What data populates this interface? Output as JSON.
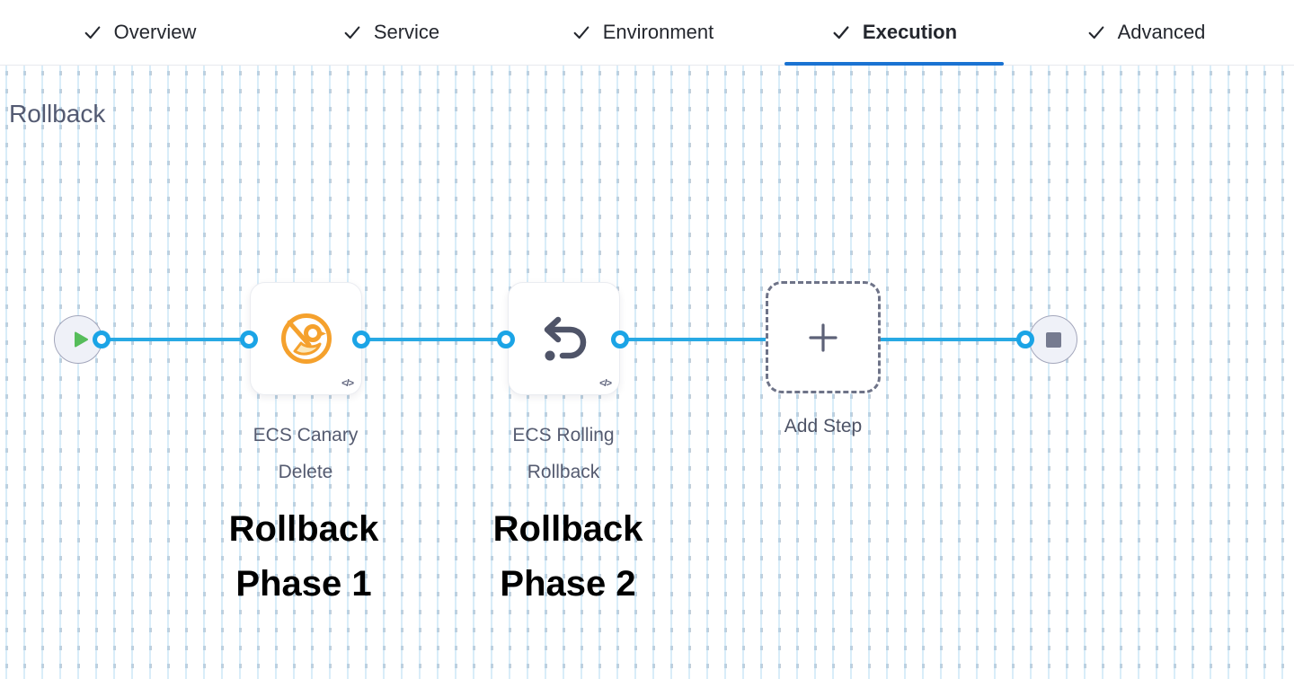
{
  "header_tabs": {
    "items": [
      {
        "label": "Overview",
        "state": "complete"
      },
      {
        "label": "Service",
        "state": "complete"
      },
      {
        "label": "Environment",
        "state": "complete"
      },
      {
        "label": "Execution",
        "state": "active"
      },
      {
        "label": "Advanced",
        "state": "complete"
      }
    ]
  },
  "section": {
    "title": "Rollback"
  },
  "pipeline": {
    "start_node": {
      "icon": "play-icon"
    },
    "end_node": {
      "icon": "stop-icon"
    },
    "steps": [
      {
        "name": "ECS Canary Delete",
        "icon": "ecs-canary-delete-icon",
        "code_badge": "</>",
        "annotation": "Rollback Phase 1"
      },
      {
        "name": "ECS Rolling Rollback",
        "icon": "ecs-rolling-rollback-icon",
        "code_badge": "</>",
        "annotation": "Rollback Phase 2"
      }
    ],
    "add_step": {
      "label": "Add Step",
      "icon": "plus-icon"
    }
  },
  "colors": {
    "active_tab_underline": "#1a73d2",
    "connector_blue": "#28a9e4",
    "play_green": "#56bd5b",
    "canary_orange": "#f5a12d",
    "rollback_icon_slate": "#4f5468",
    "node_fill": "#eff1f8",
    "annotation_text": "#000000"
  }
}
